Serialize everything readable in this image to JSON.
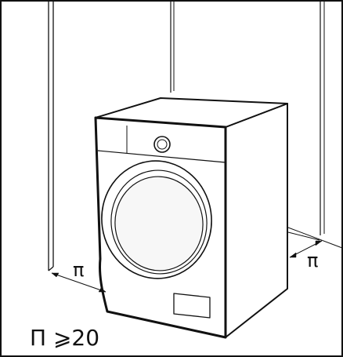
{
  "labels": {
    "gap_left": "π",
    "gap_right": "π",
    "requirement": "Π ⩾20"
  },
  "colors": {
    "ink": "#111111",
    "background": "#ffffff",
    "drum": "#f7f7f7"
  },
  "icons": {
    "appliance": "washing-machine-icon",
    "dimension": "double-arrow-icon"
  }
}
